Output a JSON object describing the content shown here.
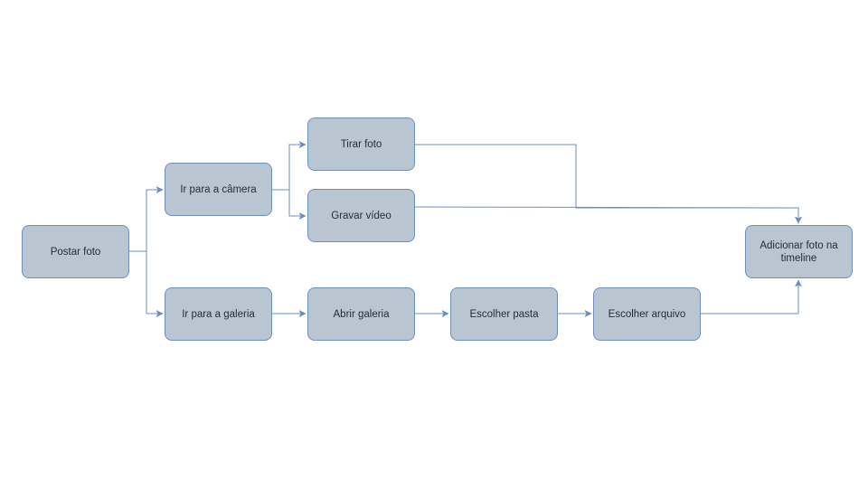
{
  "nodes": {
    "postar_foto": "Postar foto",
    "ir_camera": "Ir para a câmera",
    "ir_galeria": "Ir para a galeria",
    "tirar_foto": "Tirar foto",
    "gravar_video": "Gravar vídeo",
    "abrir_galeria": "Abrir galeria",
    "escolher_pasta": "Escolher pasta",
    "escolher_arquivo": "Escolher arquivo",
    "adicionar_timeline": "Adicionar foto na timeline"
  },
  "colors": {
    "node_fill": "#b9c6d2",
    "node_border": "#6c8ebf",
    "edge": "#6c8ebf",
    "text": "#1f2b36"
  }
}
